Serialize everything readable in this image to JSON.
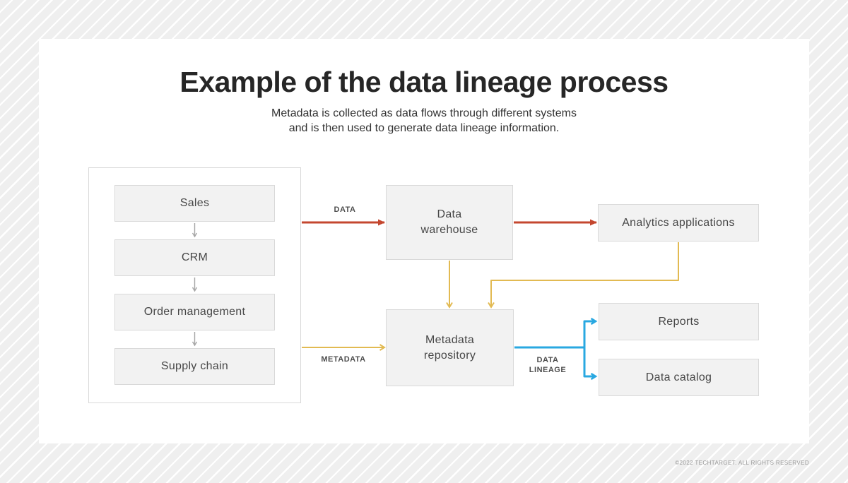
{
  "header": {
    "title": "Example of the data lineage process",
    "subtitle_line1": "Metadata is collected as data flows through different systems",
    "subtitle_line2": "and is then used to generate data lineage information."
  },
  "diagram": {
    "source_systems": [
      {
        "label": "Sales"
      },
      {
        "label": "CRM"
      },
      {
        "label": "Order management"
      },
      {
        "label": "Supply chain"
      }
    ],
    "nodes": {
      "data_warehouse": {
        "label": "Data warehouse"
      },
      "analytics_applications": {
        "label": "Analytics applications"
      },
      "metadata_repository": {
        "label": "Metadata repository"
      },
      "reports": {
        "label": "Reports"
      },
      "data_catalog": {
        "label": "Data catalog"
      }
    },
    "edge_labels": {
      "data": "DATA",
      "metadata": "METADATA",
      "data_lineage": "DATA LINEAGE"
    },
    "colors": {
      "data_flow": "#c4472f",
      "metadata_flow": "#e2ba52",
      "lineage_flow": "#29a8e1",
      "system_flow": "#a6a6a6",
      "node_fill": "#f2f2f2",
      "node_border": "#d9d9d9"
    }
  },
  "footer": {
    "copyright": "©2022 TECHTARGET. ALL RIGHTS RESERVED"
  }
}
